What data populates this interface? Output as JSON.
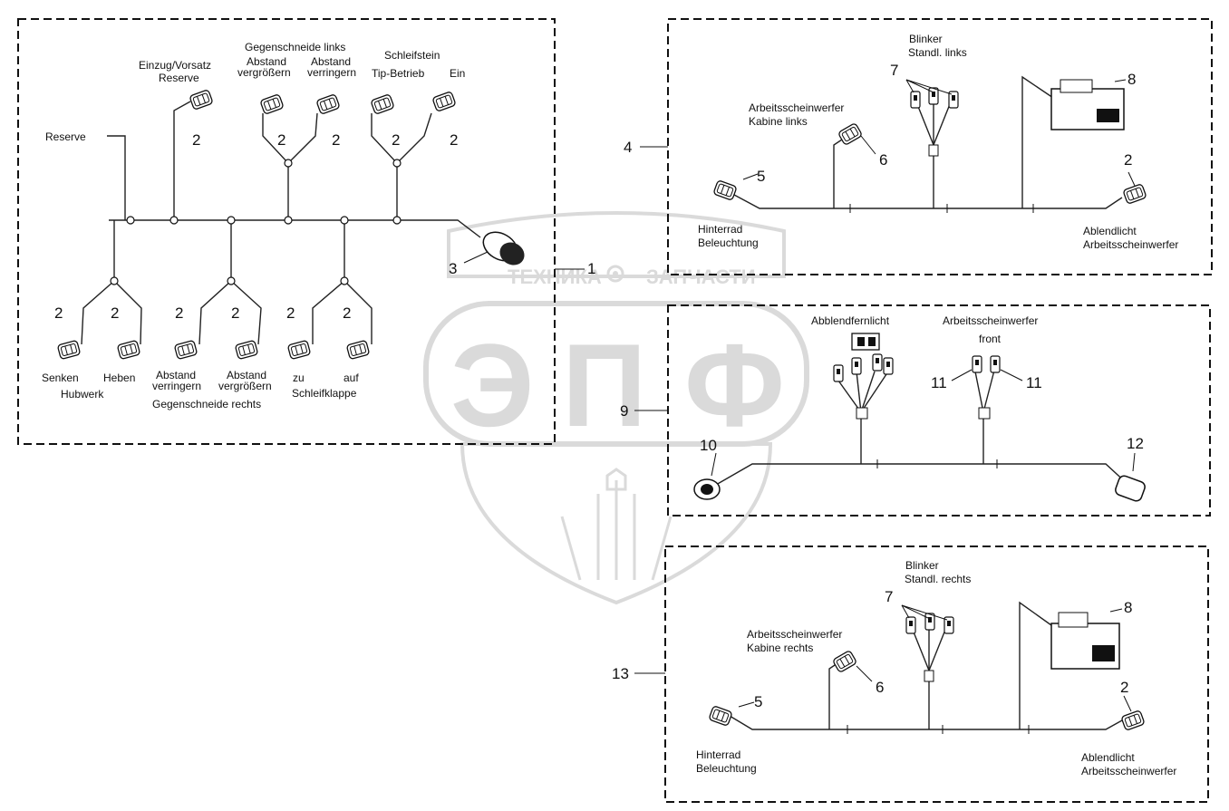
{
  "watermark": {
    "left_text": "ТЕХНИКА",
    "right_text": "ЗАПЧАСТИ",
    "letters": [
      "Э",
      "П",
      "Ф"
    ],
    "color": "#d6d6d6"
  },
  "main_harness": {
    "callout": "1",
    "labels": {
      "einzug": "Einzug/Vorsatz",
      "einzug_reserve": "Reserve",
      "gegen_links": "Gegenschneide links",
      "abstand_verg_top1": "Abstand",
      "abstand_verg_top2": "vergrößern",
      "abstand_verr_top1": "Abstand",
      "abstand_verr_top2": "verringern",
      "schleifstein": "Schleifstein",
      "tip_betrieb": "Tip-Betrieb",
      "ein": "Ein",
      "reserve": "Reserve",
      "senken": "Senken",
      "heben": "Heben",
      "hubwerk": "Hubwerk",
      "abstand_verr_bot1": "Abstand",
      "abstand_verr_bot2": "verringern",
      "abstand_verg_bot1": "Abstand",
      "abstand_verg_bot2": "vergrößern",
      "gegen_rechts": "Gegenschneide rechts",
      "zu": "zu",
      "auf": "auf",
      "schleifklappe": "Schleifklappe"
    },
    "numbers": {
      "n2": "2",
      "n3": "3"
    }
  },
  "harness_4": {
    "callout": "4",
    "labels": {
      "blinker": "Blinker",
      "standl": "Standl. links",
      "arbeit1": "Arbeitsscheinwerfer",
      "arbeit2": "Kabine links",
      "hinterrad": "Hinterrad",
      "beleuchtung": "Beleuchtung",
      "ablend": "Ablendlicht",
      "ablend2": "Arbeitsscheinwerfer"
    },
    "numbers": {
      "n7": "7",
      "n8": "8",
      "n6": "6",
      "n5": "5",
      "n2": "2"
    }
  },
  "harness_9": {
    "callout": "9",
    "labels": {
      "abblend": "Abblendfernlicht",
      "arbeit": "Arbeitsscheinwerfer",
      "front": "front"
    },
    "numbers": {
      "n11": "11",
      "n10": "10",
      "n12": "12"
    }
  },
  "harness_13": {
    "callout": "13",
    "labels": {
      "blinker": "Blinker",
      "standl": "Standl. rechts",
      "arbeit1": "Arbeitsscheinwerfer",
      "arbeit2": "Kabine rechts",
      "hinterrad": "Hinterrad",
      "beleuchtung": "Beleuchtung",
      "ablend": "Ablendlicht",
      "ablend2": "Arbeitsscheinwerfer"
    },
    "numbers": {
      "n7": "7",
      "n8": "8",
      "n6": "6",
      "n5": "5",
      "n2": "2"
    }
  }
}
